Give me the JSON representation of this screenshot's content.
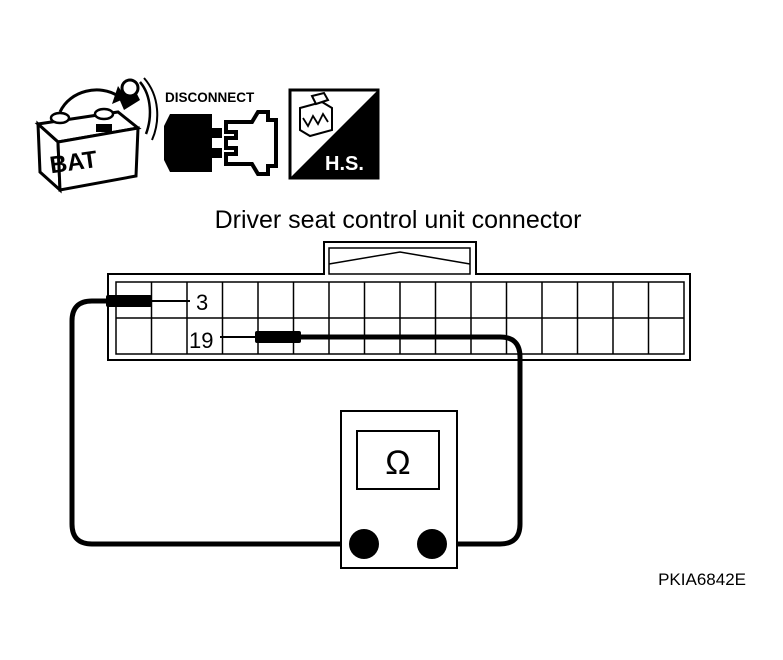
{
  "icons": {
    "battery_label": "BAT",
    "disconnect_label": "DISCONNECT",
    "harness_label": "H.S."
  },
  "title": "Driver seat control unit connector",
  "connector": {
    "pin_top": "3",
    "pin_bottom": "19"
  },
  "meter": {
    "symbol": "Ω"
  },
  "figure_code": "PKIA6842E"
}
